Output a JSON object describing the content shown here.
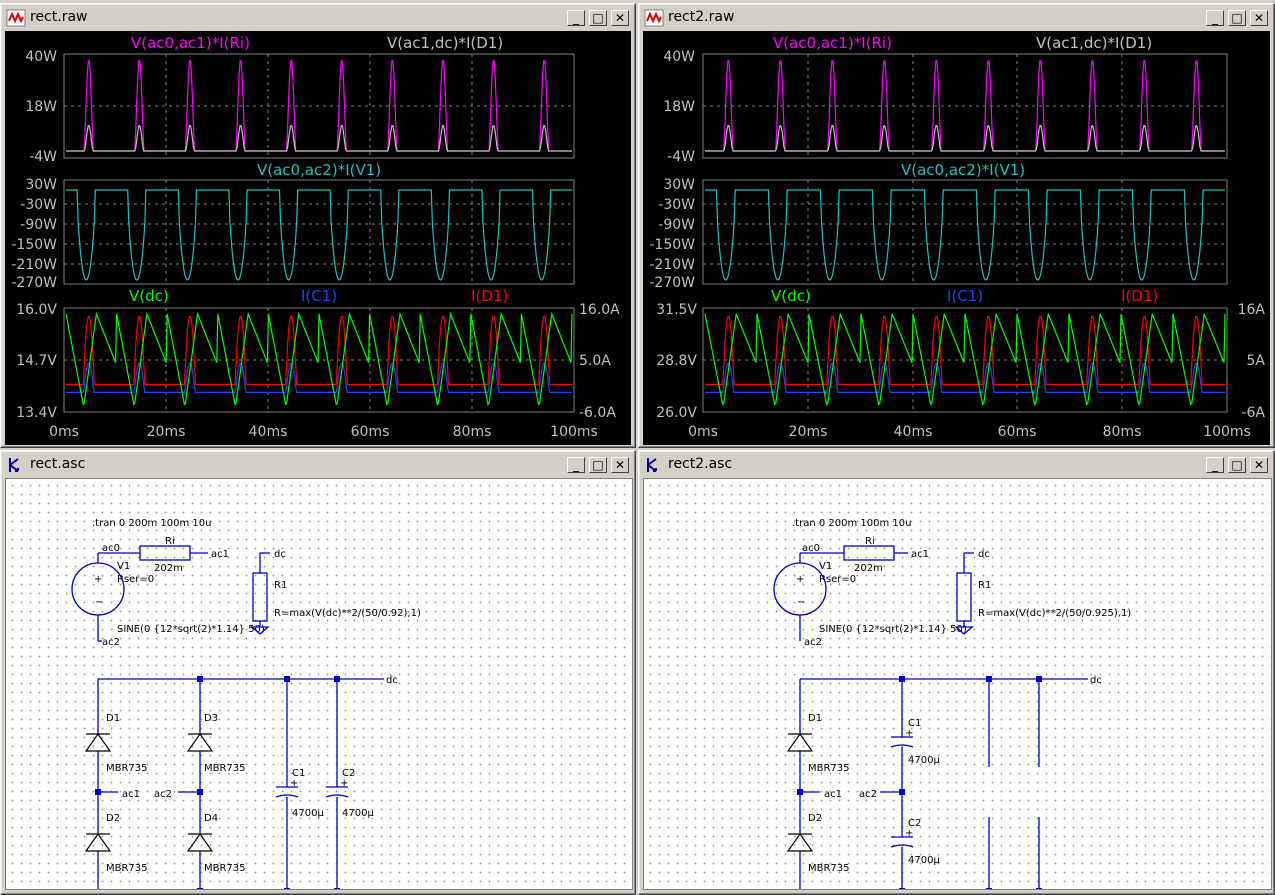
{
  "windows": {
    "rect_raw": {
      "title": "rect.raw",
      "plot1": {
        "labels": [
          "V(ac0,ac1)*I(Ri)",
          "V(ac1,dc)*I(D1)"
        ],
        "yticks": [
          "40W",
          "18W",
          "-4W"
        ]
      },
      "plot2": {
        "labels": [
          "V(ac0,ac2)*I(V1)"
        ],
        "yticks": [
          "30W",
          "-30W",
          "-90W",
          "-150W",
          "-210W",
          "-270W"
        ]
      },
      "plot3": {
        "labels": [
          "V(dc)",
          "I(C1)",
          "I(D1)"
        ],
        "yticks_left": [
          "16.0V",
          "14.7V",
          "13.4V"
        ],
        "yticks_right": [
          "16.0A",
          "5.0A",
          "-6.0A"
        ]
      },
      "xticks": [
        "0ms",
        "20ms",
        "40ms",
        "60ms",
        "80ms",
        "100ms"
      ]
    },
    "rect2_raw": {
      "title": "rect2.raw",
      "plot1": {
        "labels": [
          "V(ac0,ac1)*I(Ri)",
          "V(ac1,dc)*I(D1)"
        ],
        "yticks": [
          "40W",
          "18W",
          "-4W"
        ]
      },
      "plot2": {
        "labels": [
          "V(ac0,ac2)*I(V1)"
        ],
        "yticks": [
          "30W",
          "-30W",
          "-90W",
          "-150W",
          "-210W",
          "-270W"
        ]
      },
      "plot3": {
        "labels": [
          "V(dc)",
          "I(C1)",
          "I(D1)"
        ],
        "yticks_left": [
          "31.5V",
          "28.8V",
          "26.0V"
        ],
        "yticks_right": [
          "16A",
          "5A",
          "-6A"
        ]
      },
      "xticks": [
        "0ms",
        "20ms",
        "40ms",
        "60ms",
        "80ms",
        "100ms"
      ]
    },
    "rect_asc": {
      "title": "rect.asc",
      "directive": ".tran 0 200m 100m 10u",
      "ac0": "ac0",
      "ac1": "ac1",
      "ac2": "ac2",
      "dc": "dc",
      "ri_name": "Ri",
      "ri_value": "202m",
      "v1_name": "V1",
      "v1_rser": "Rser=0",
      "v1_value": "SINE(0 {12*sqrt(2)*1.14} 50)",
      "r1_name": "R1",
      "r1_value": "R=max(V(dc)**2/(50/0.92),1)",
      "d1": "D1",
      "d2": "D2",
      "d3": "D3",
      "d4": "D4",
      "diode_model": "MBR735",
      "c1": "C1",
      "c2": "C2",
      "cap_value": "4700µ"
    },
    "rect2_asc": {
      "title": "rect2.asc",
      "directive": ".tran 0 200m 100m 10u",
      "ac0": "ac0",
      "ac1": "ac1",
      "ac2": "ac2",
      "dc": "dc",
      "ri_name": "Ri",
      "ri_value": "202m",
      "v1_name": "V1",
      "v1_rser": "Rser=0",
      "v1_value": "SINE(0 {12*sqrt(2)*1.14} 50)",
      "r1_name": "R1",
      "r1_value": "R=max(V(dc)**2/(50/0.925),1)",
      "d1": "D1",
      "d2": "D2",
      "diode_model": "MBR735",
      "c1": "C1",
      "c2": "C2",
      "cap_value": "4700µ"
    }
  },
  "buttons": {
    "minimize": "_",
    "maximize": "□",
    "close": "✕"
  },
  "colors": {
    "magenta": "#ff00ff",
    "gray": "#c0c0c0",
    "cyan": "#20c0c0",
    "green": "#00ff00",
    "blue": "#2040ff",
    "red": "#ff0000",
    "wire": "#0000cc"
  }
}
